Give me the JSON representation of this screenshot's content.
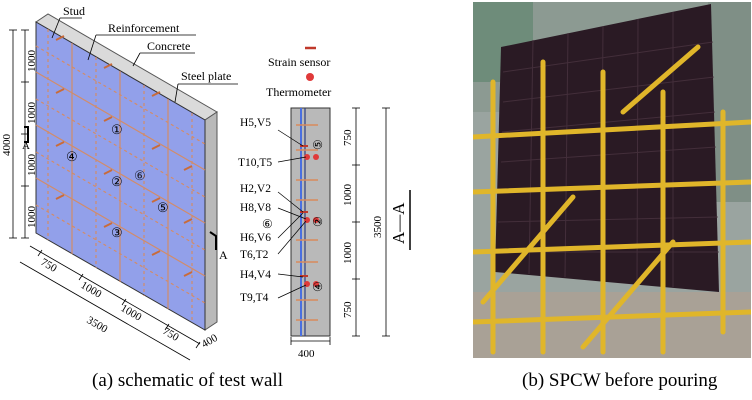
{
  "schematic": {
    "labels": {
      "stud": "Stud",
      "reinforcement": "Reinforcement",
      "concrete": "Concrete",
      "steel_plate": "Steel plate",
      "section_mark_left": "A",
      "section_mark_right": "A"
    },
    "vertical_dims": [
      "1000",
      "1000",
      "1000",
      "1000"
    ],
    "vertical_total": "4000",
    "bottom_dims": [
      "750",
      "1000",
      "1000",
      "750"
    ],
    "bottom_total": "3500",
    "thickness": "400",
    "zones": [
      "①",
      "②",
      "③",
      "④",
      "⑤",
      "⑥"
    ]
  },
  "section": {
    "legend": {
      "strain": "Strain sensor",
      "thermo": "Thermometer"
    },
    "sensor_labels": [
      "H5,V5",
      "T10,T5",
      "H2,V2",
      "H8,V8",
      "H6,V6",
      "T6,T2",
      "H4,V4",
      "T9,T4"
    ],
    "zone_marks": [
      "⑤",
      "②",
      "⑥",
      "④"
    ],
    "right_dims": [
      "750",
      "1000",
      "1000",
      "750"
    ],
    "right_total": "3500",
    "title": "A—A",
    "width": "400"
  },
  "captions": {
    "a": "(a) schematic of test wall",
    "b": "(b) SPCW before pouring"
  },
  "colors": {
    "plate_face": "#7F8FE6",
    "plate_side": "#B9B9B9",
    "plate_top": "#DADADA",
    "bars": "#D98A5C",
    "strain_sensor": "#C0392B",
    "thermometer": "#E03A3A",
    "rebar_cage": "#2A1A24",
    "scaffold": "#E0B62A"
  }
}
